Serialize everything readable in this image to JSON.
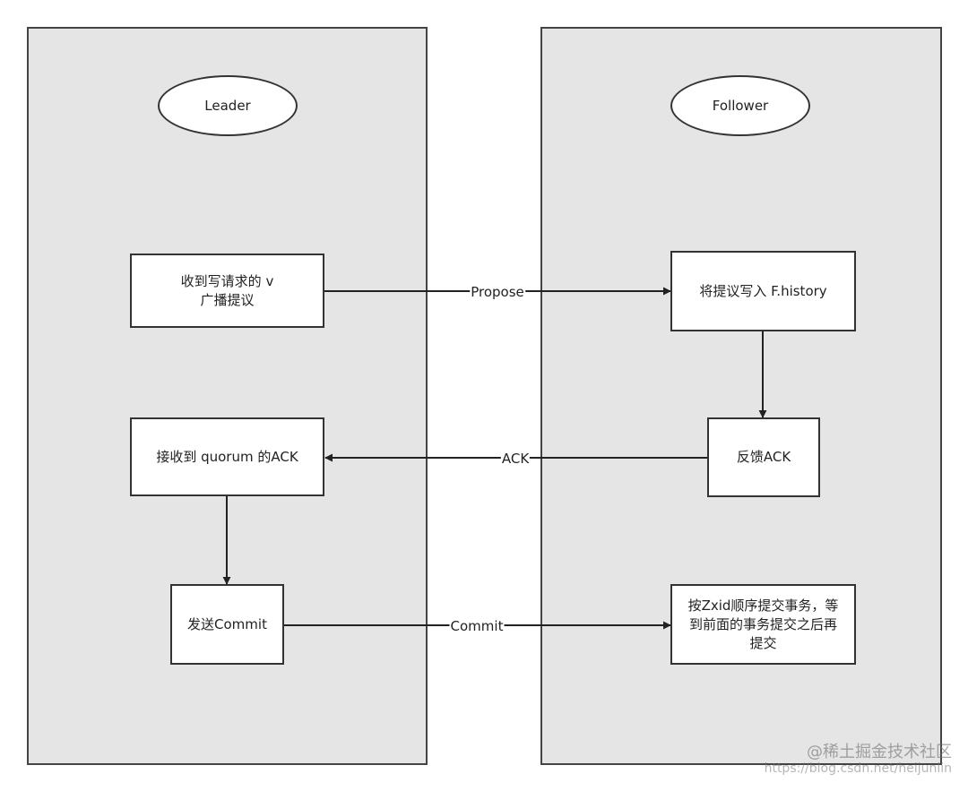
{
  "lanes": {
    "leader": {
      "title": "Leader"
    },
    "follower": {
      "title": "Follower"
    }
  },
  "nodes": {
    "receive_write": "收到写请求的 v\n广播提议",
    "receive_quorum": "接收到 quorum 的ACK",
    "send_commit": "发送Commit",
    "write_history": "将提议写入 F.history",
    "feedback_ack": "反馈ACK",
    "commit_in_order": "按Zxid顺序提交事务，等\n到前面的事务提交之后再\n提交"
  },
  "edges": {
    "propose": "Propose",
    "ack": "ACK",
    "commit": "Commit"
  },
  "watermark": {
    "main": "@稀土掘金技术社区",
    "url": "https://blog.csdn.net/heijunlin"
  }
}
